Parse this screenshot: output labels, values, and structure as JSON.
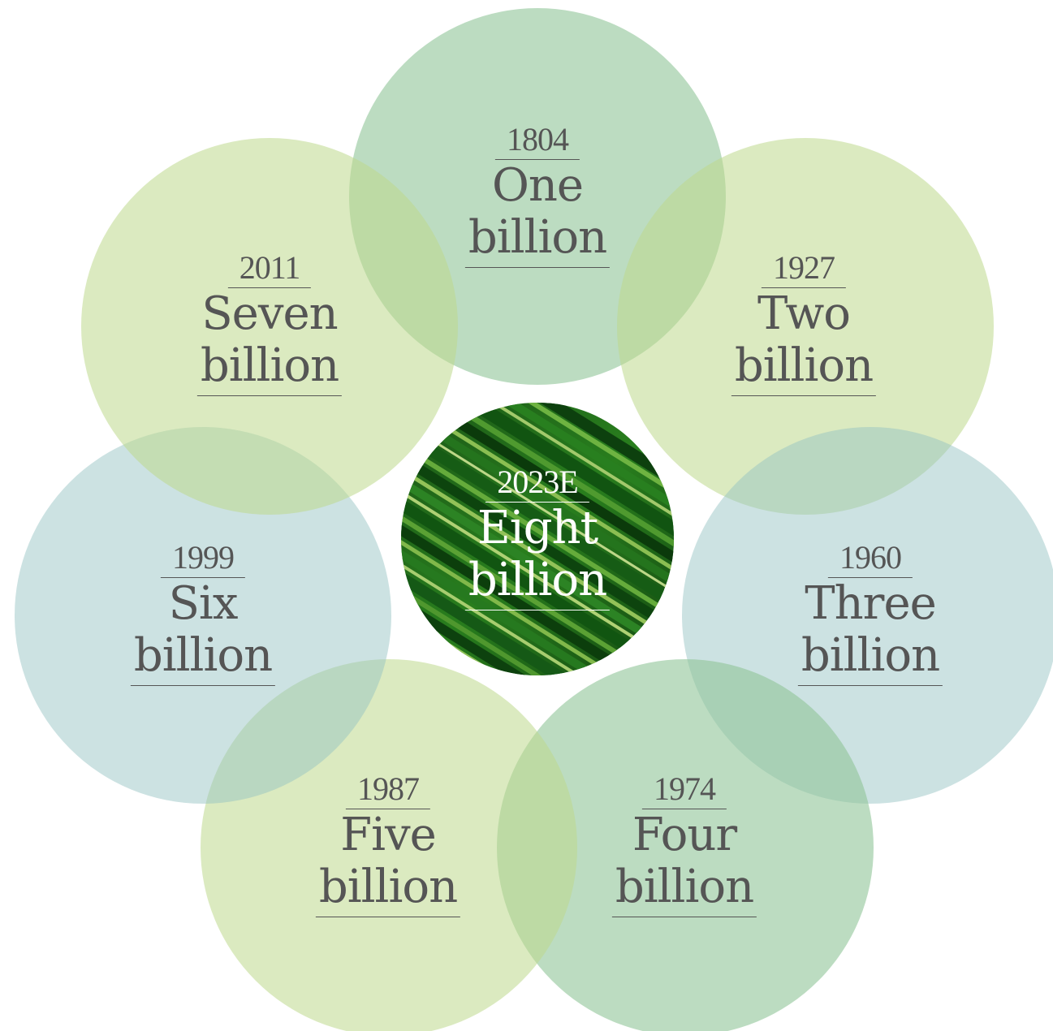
{
  "milestones": [
    {
      "year": "1804",
      "line1": "One",
      "line2": "billion"
    },
    {
      "year": "1927",
      "line1": "Two",
      "line2": "billion"
    },
    {
      "year": "1960",
      "line1": "Three",
      "line2": "billion"
    },
    {
      "year": "1974",
      "line1": "Four",
      "line2": "billion"
    },
    {
      "year": "1987",
      "line1": "Five",
      "line2": "billion"
    },
    {
      "year": "1999",
      "line1": "Six",
      "line2": "billion"
    },
    {
      "year": "2011",
      "line1": "Seven",
      "line2": "billion"
    }
  ],
  "center": {
    "year": "2023E",
    "line1": "Eight",
    "line2": "billion"
  },
  "colors": {
    "green_circle": "#8fc497",
    "lime_circle": "#bdd98c",
    "teal_circle": "#93c1c1",
    "text": "#555555",
    "center_text": "#ffffff"
  }
}
